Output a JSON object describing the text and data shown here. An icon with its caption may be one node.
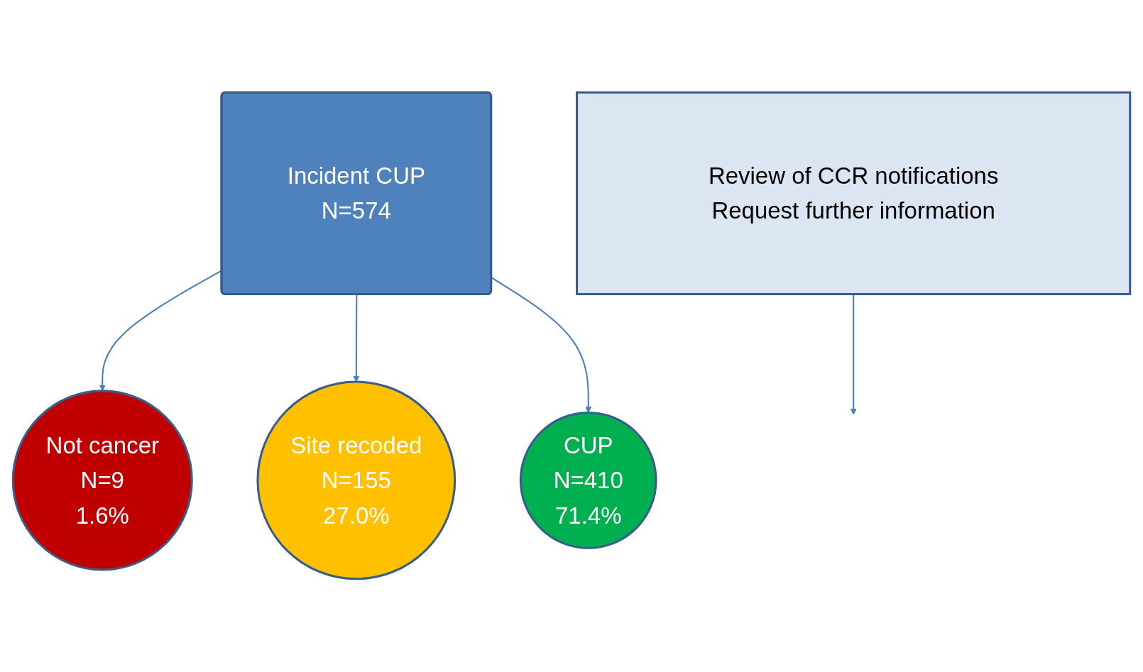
{
  "diagram": {
    "nodes": [
      {
        "text": [
          "Incident CUP",
          "N=574"
        ]
      },
      {
        "text": [
          "Review of CCR notifications",
          "Request further information"
        ]
      },
      {
        "text": [
          "Not cancer",
          "N=9",
          "1.6%"
        ]
      },
      {
        "text": [
          "Site recoded",
          "N=155",
          "27.0%"
        ]
      },
      {
        "text": [
          "CUP",
          "N=410",
          "71.4%"
        ]
      }
    ],
    "edges": [
      {
        "from": 1,
        "to": null,
        "arrow": "to"
      },
      {
        "from": 0,
        "to": 2,
        "arrow": "to"
      },
      {
        "from": 0,
        "to": 3,
        "arrow": "to"
      },
      {
        "from": 0,
        "to": 4,
        "arrow": "to"
      }
    ]
  }
}
